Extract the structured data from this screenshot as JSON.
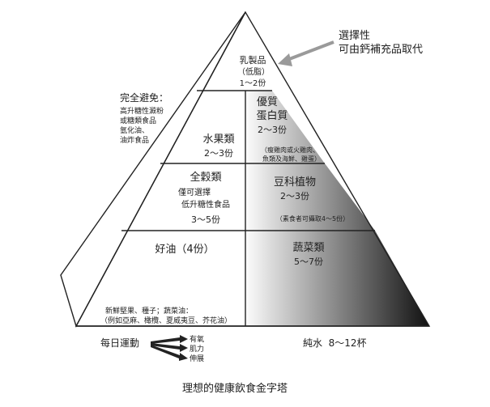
{
  "pyramid": {
    "dairy": {
      "name": "乳製品",
      "note": "（低脂）",
      "portion": "1～2份"
    },
    "protein": {
      "name_line1": "優質",
      "name_line2": "蛋白質",
      "portion": "2～3份",
      "note_line1": "（瘦雞肉或火雞肉、",
      "note_line2": "魚類及海鮮、雞蛋）"
    },
    "fruit": {
      "name": "水果類",
      "portion": "2～3份"
    },
    "grains": {
      "name": "全穀類",
      "note_line1": "僅可選擇",
      "note_line2": "低升糖性食品",
      "portion": "3～5份"
    },
    "legumes": {
      "name": "豆科植物",
      "portion": "2～3份",
      "note": "（素食者可攝取4～5份）"
    },
    "oils": {
      "name": "好油（4份）",
      "note_line1": "新鮮堅果、種子；蔬菜油：",
      "note_line2": "（例如亞麻、橄欖、夏威夷豆、芥花油）"
    },
    "vegetables": {
      "name": "蔬菜類",
      "portion": "5～7份"
    }
  },
  "avoid": {
    "title": "完全避免：",
    "items": [
      "高升糖性澱粉",
      "或糖類食品",
      "氫化油、",
      "油炸食品"
    ]
  },
  "callout": {
    "line1": "選擇性",
    "line2": "可由鈣補充品取代"
  },
  "exercise": {
    "label": "每日運動",
    "benefits": [
      "有氧",
      "肌力",
      "伸展"
    ]
  },
  "water": {
    "label": "純水  8～12杯"
  },
  "caption": "理想的健康飲食金字塔",
  "colors": {
    "line": "#222222",
    "gradient_light": "#ffffff",
    "gradient_dark": "#111111",
    "arrow": "#9a9a9a"
  }
}
